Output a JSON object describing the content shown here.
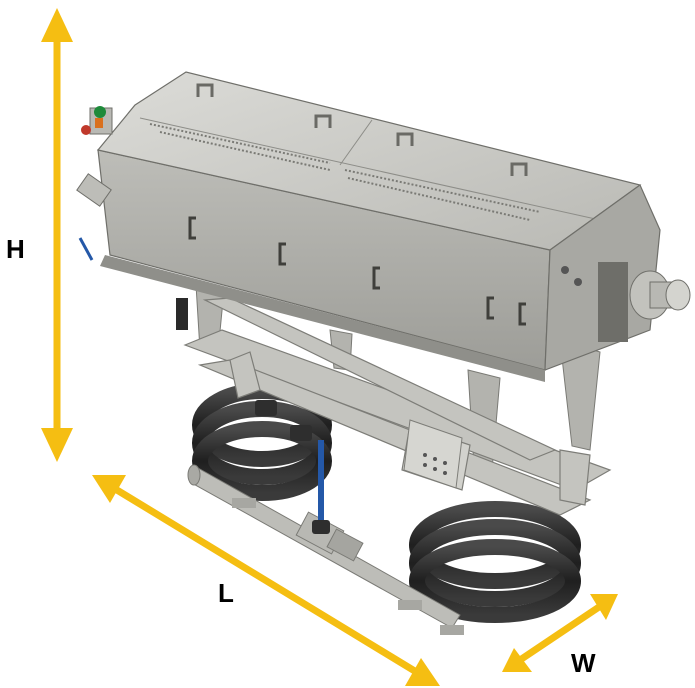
{
  "dimension_labels": {
    "height": "H",
    "length": "L",
    "width": "W"
  },
  "colors": {
    "arrow": "#f5be12",
    "machine_body": "#c9c9c4",
    "machine_shadow": "#8f8f8a",
    "machine_dark": "#6e6e69",
    "hose": "#2b2b2b",
    "valve_green": "#1e8a3a",
    "valve_orange": "#d9701e",
    "valve_red": "#c0392b",
    "pipe_blue": "#2458a8"
  }
}
